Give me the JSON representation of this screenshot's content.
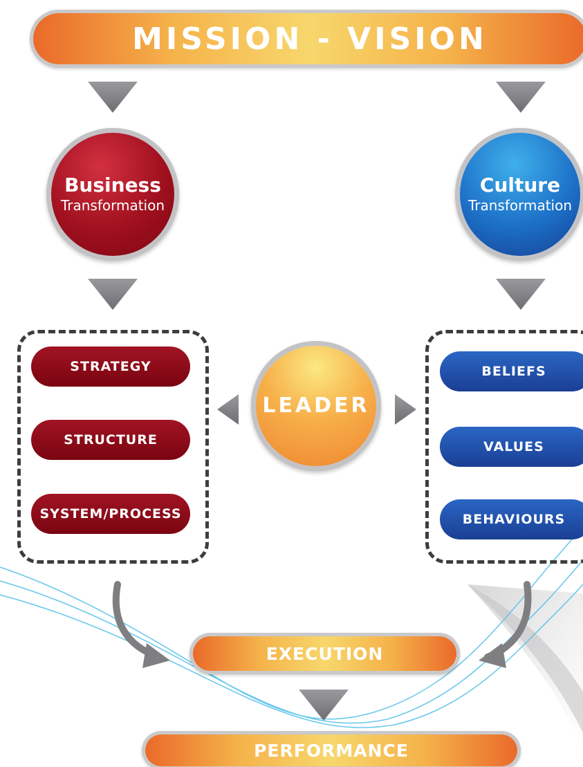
{
  "header": {
    "title": "MISSION - VISION"
  },
  "business": {
    "title": "Business",
    "subtitle": "Transformation"
  },
  "culture": {
    "title": "Culture",
    "subtitle": "Transformation"
  },
  "leader": {
    "label": "LEADER"
  },
  "business_components": [
    "STRATEGY",
    "STRUCTURE",
    "SYSTEM/PROCESS"
  ],
  "culture_components": [
    "BELIEFS",
    "VALUES",
    "BEHAVIOURS"
  ],
  "execution": {
    "label": "EXECUTION"
  },
  "performance": {
    "label": "PERFORMANCE"
  },
  "colors": {
    "orange": "#ef8630",
    "red": "#8b0a16",
    "blue": "#1d52b0",
    "arrow_gray": "#7f7f82",
    "dash": "#3d3d3f",
    "wave": "#5bc3ea"
  }
}
